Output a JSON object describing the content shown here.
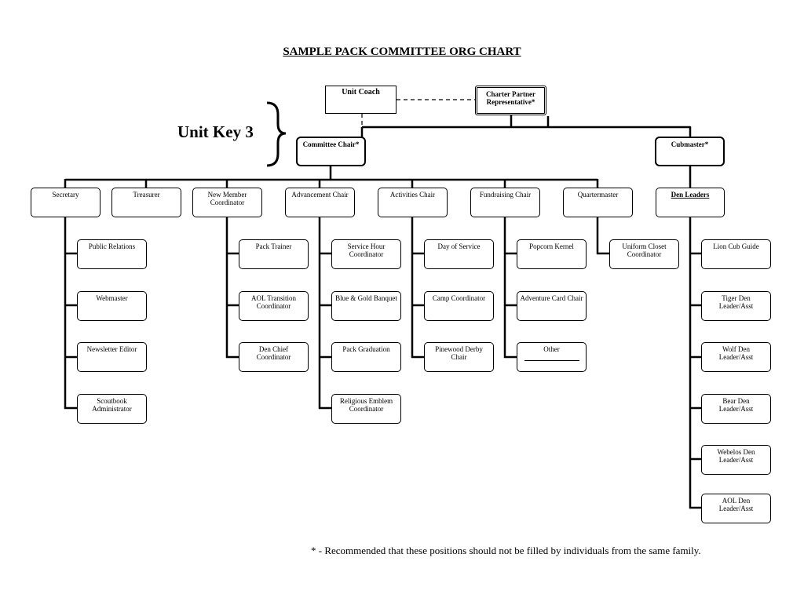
{
  "title": "SAMPLE PACK COMMITTEE ORG CHART",
  "unit_key_label": "Unit Key 3",
  "footnote": "* - Recommended that these positions should not be filled by individuals from the same family.",
  "top": {
    "unit_coach": "Unit Coach",
    "charter_partner": "Charter Partner\nRepresentative*",
    "committee_chair": "Committee Chair*",
    "cubmaster": "Cubmaster*"
  },
  "committee": {
    "secretary": "Secretary",
    "treasurer": "Treasurer",
    "new_member": "New Member\nCoordinator",
    "advancement": "Advancement Chair",
    "activities": "Activities Chair",
    "fundraising": "Fundraising Chair",
    "quartermaster": "Quartermaster",
    "den_leaders": "Den Leaders"
  },
  "secretary_children": [
    "Public Relations",
    "Webmaster",
    "Newsletter Editor",
    "Scoutbook\nAdministrator"
  ],
  "new_member_children": [
    "Pack Trainer",
    "AOL Transition\nCoordinator",
    "Den Chief\nCoordinator"
  ],
  "advancement_children": [
    "Service Hour\nCoordinator",
    "Blue & Gold Banquet",
    "Pack Graduation",
    "Religious Emblem\nCoordinator"
  ],
  "activities_children": [
    "Day of Service",
    "Camp Coordinator",
    "Pinewood Derby\nChair"
  ],
  "fundraising_children": [
    "Popcorn Kernel",
    "Adventure Card Chair",
    "Other"
  ],
  "quartermaster_children": [
    "Uniform Closet\nCoordinator"
  ],
  "den_children": [
    "Lion Cub Guide",
    "Tiger Den\nLeader/Asst",
    "Wolf Den\nLeader/Asst",
    "Bear Den\nLeader/Asst",
    "Webelos Den\nLeader/Asst",
    "AOL Den\nLeader/Asst"
  ]
}
